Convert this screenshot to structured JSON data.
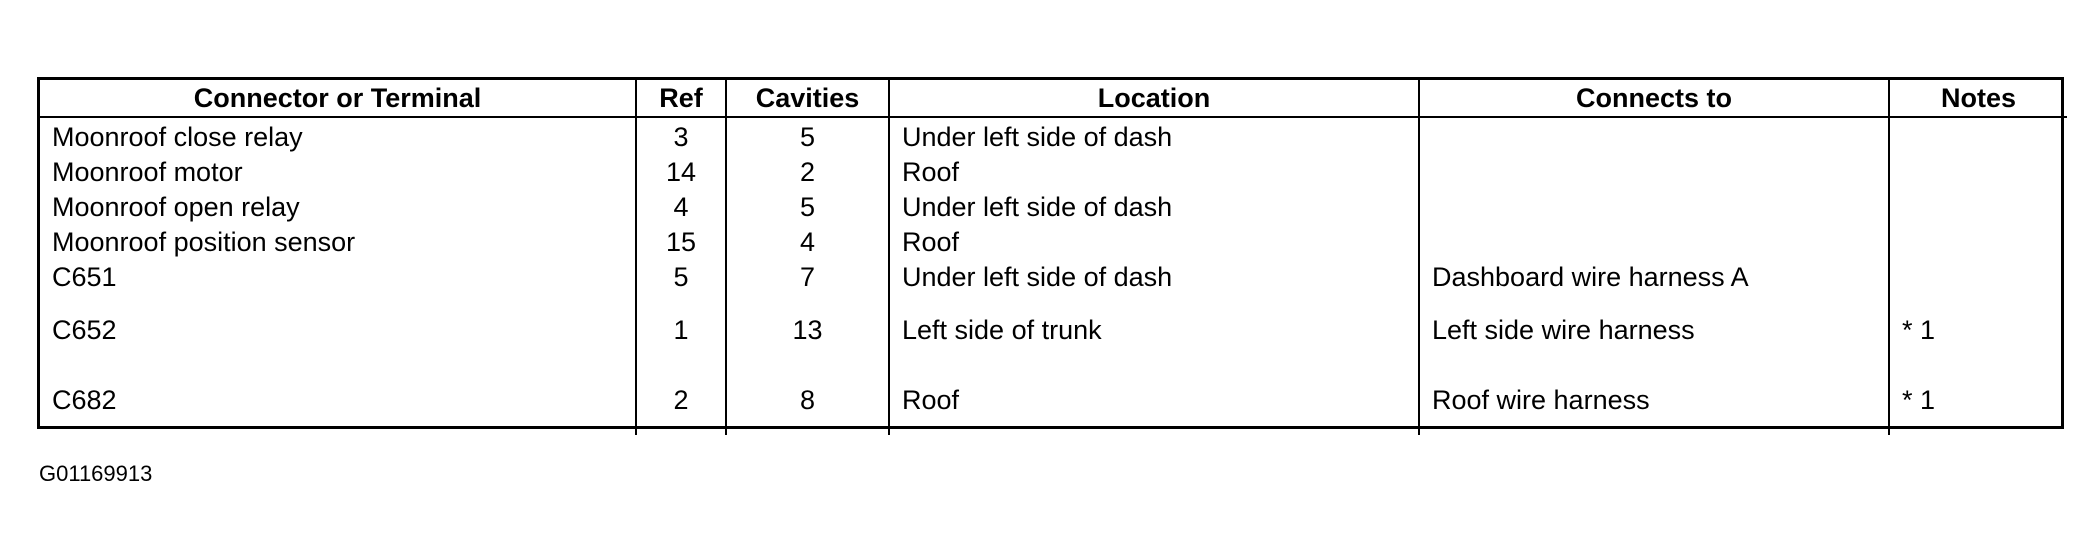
{
  "table": {
    "headers": {
      "connector": "Connector or Terminal",
      "ref": "Ref",
      "cavities": "Cavities",
      "location": "Location",
      "connects_to": "Connects to",
      "notes": "Notes"
    },
    "rows": [
      {
        "connector": "Moonroof close relay",
        "ref": "3",
        "cavities": "5",
        "location": "Under left side of dash",
        "connects_to": "",
        "notes": ""
      },
      {
        "connector": "Moonroof motor",
        "ref": "14",
        "cavities": "2",
        "location": "Roof",
        "connects_to": "",
        "notes": ""
      },
      {
        "connector": "Moonroof open relay",
        "ref": "4",
        "cavities": "5",
        "location": "Under left side of dash",
        "connects_to": "",
        "notes": ""
      },
      {
        "connector": "Moonroof position sensor",
        "ref": "15",
        "cavities": "4",
        "location": "Roof",
        "connects_to": "",
        "notes": ""
      },
      {
        "connector": "C651",
        "ref": "5",
        "cavities": "7",
        "location": "Under left side of dash",
        "connects_to": "Dashboard wire harness A",
        "notes": ""
      },
      {
        "connector": "C652",
        "ref": "1",
        "cavities": "13",
        "location": "Left side of trunk",
        "connects_to": "Left side wire harness",
        "notes": "* 1"
      },
      {
        "connector": "C682",
        "ref": "2",
        "cavities": "8",
        "location": "Roof",
        "connects_to": "Roof wire harness",
        "notes": "* 1"
      }
    ]
  },
  "footer": {
    "figure_id": "G01169913"
  }
}
